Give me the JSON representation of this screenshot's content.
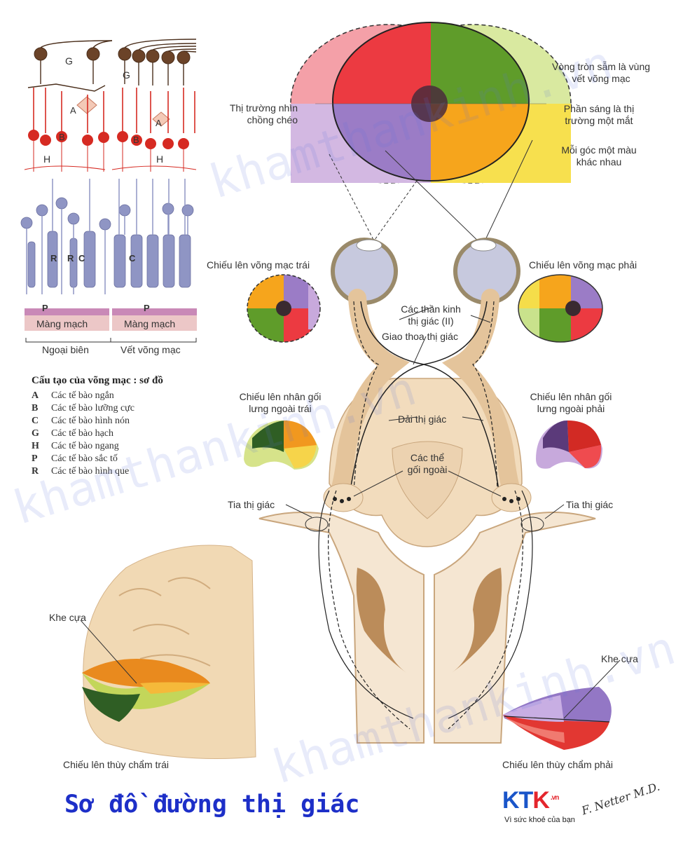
{
  "title": "Sơ đồ đường thị giác",
  "watermark": "khamthankinh.vn",
  "logo": {
    "brand_blue": "KT",
    "brand_red": "K",
    "domain": ".vn",
    "tagline": "Vì sức khoẻ của bạn"
  },
  "signature": "F. Netter M.D.",
  "retina": {
    "cell_labels": [
      "G",
      "A",
      "B",
      "H",
      "R",
      "R",
      "C",
      "P"
    ],
    "cell_labels_right": [
      "G",
      "A",
      "B",
      "H",
      "C",
      "P"
    ],
    "choroid_label": "Màng mạch",
    "section_left": "Ngoại biên",
    "section_right": "Vết võng mạc"
  },
  "legend": {
    "title": "Cấu tạo của võng mạc : sơ đồ",
    "items": [
      {
        "key": "A",
        "text": "Các tế bào ngắn"
      },
      {
        "key": "B",
        "text": "Các tế bào lưỡng cực"
      },
      {
        "key": "C",
        "text": "Các tế bào hình nón"
      },
      {
        "key": "G",
        "text": "Các tế bào hạch"
      },
      {
        "key": "H",
        "text": "Các tế bào ngang"
      },
      {
        "key": "P",
        "text": "Các tế bào sắc tố"
      },
      {
        "key": "R",
        "text": "Các tế bào hình que"
      }
    ]
  },
  "labels": {
    "overlap_field": "Thị trường nhìn\nchồng chéo",
    "dark_circle": "Vòng tròn sẫm là vùng\nvết võng mạc",
    "light_part": "Phần sáng là thị\ntrường một mắt",
    "each_corner": "Mỗi góc một màu\nkhác nhau",
    "left_retina": "Chiếu lên võng mạc trái",
    "right_retina": "Chiếu lên võng mạc phải",
    "optic_nerves": "Các thần kinh\nthị giác (II)",
    "chiasm": "Giao thoa thị giác",
    "left_lgn": "Chiếu lên nhân gối\nlưng ngoài trái",
    "right_lgn": "Chiếu lên nhân gối\nlưng ngoài phải",
    "optic_tract": "Dải thị giác",
    "lateral_geniculate": "Các thể\ngối ngoài",
    "radiation_left": "Tia thị giác",
    "radiation_right": "Tia thị giác",
    "calcarine_left": "Khe cựa",
    "calcarine_right": "Khe cựa",
    "occipital_left": "Chiếu lên thùy chẩm trái",
    "occipital_right": "Chiếu lên thùy chẩm phải"
  },
  "colors": {
    "quadrant_upper_left": "#ec3a41",
    "quadrant_upper_right": "#5f9c2a",
    "quadrant_lower_left": "#9b7cc6",
    "quadrant_lower_right": "#f6a51c",
    "title": "#1d2fc8",
    "neuron_red": "#d62a22",
    "photoreceptor": "#8f95c4"
  }
}
